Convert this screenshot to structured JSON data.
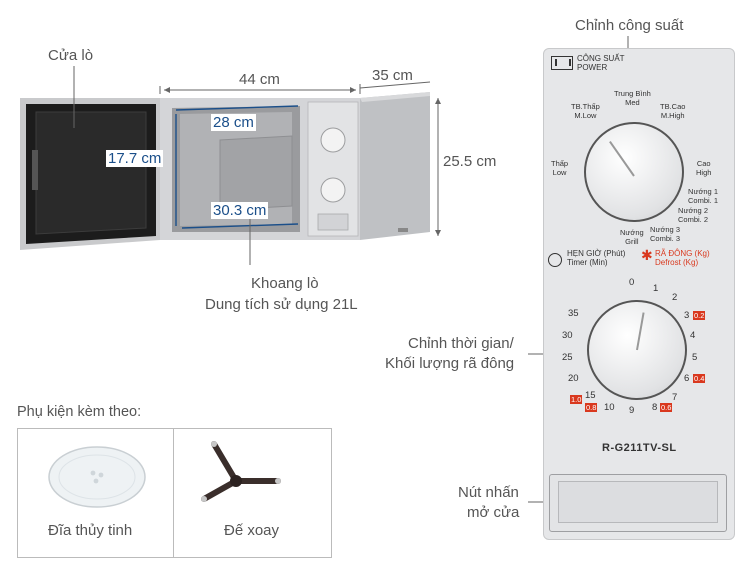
{
  "labels": {
    "door": "Cửa lò",
    "width": "44 cm",
    "depth": "35 cm",
    "height": "25.5 cm",
    "cavity_width": "28 cm",
    "cavity_height": "17.7 cm",
    "cavity_depth": "30.3 cm",
    "cavity_title": "Khoang lò",
    "cavity_capacity": "Dung tích sử dụng 21L",
    "power_knob_callout": "Chỉnh công suất",
    "timer_callout_line1": "Chỉnh thời gian/",
    "timer_callout_line2": "Khối lượng rã đông",
    "door_button_callout_line1": "Nút nhấn",
    "door_button_callout_line2": "mở cửa"
  },
  "panel": {
    "power_vi": "CÔNG SUẤT",
    "power_en": "POWER",
    "power_levels": [
      {
        "vi": "Thấp",
        "en": "Low"
      },
      {
        "vi": "TB.Thấp",
        "en": "M.Low"
      },
      {
        "vi": "Trung Bình",
        "en": "Med"
      },
      {
        "vi": "TB.Cao",
        "en": "M.High"
      },
      {
        "vi": "Cao",
        "en": "High"
      }
    ],
    "combi_levels": [
      {
        "vi": "Nướng 1",
        "en": "Combi. 1"
      },
      {
        "vi": "Nướng 2",
        "en": "Combi. 2"
      },
      {
        "vi": "Nướng 3",
        "en": "Combi. 3"
      },
      {
        "vi": "Nướng",
        "en": "Grill"
      }
    ],
    "timer_vi": "HẸN GIỜ (Phút)",
    "timer_en": "Timer (Min)",
    "defrost_vi": "RÃ ĐÔNG (Kg)",
    "defrost_en": "Defrost (Kg)",
    "timer_numbers": [
      "0",
      "1",
      "2",
      "3",
      "4",
      "5",
      "6",
      "7",
      "8",
      "9",
      "10",
      "15",
      "20",
      "25",
      "30",
      "35"
    ],
    "defrost_badges": [
      "0.2",
      "0.4",
      "0.6",
      "0.8",
      "1.0"
    ],
    "model": "R-G211TV-SL"
  },
  "accessories": {
    "title": "Phụ kiện kèm theo:",
    "items": [
      {
        "name": "Đĩa thủy tinh"
      },
      {
        "name": "Đế xoay"
      }
    ]
  },
  "colors": {
    "accent_blue": "#1b4f8a",
    "defrost_red": "#d9381e",
    "panel_silver": "#e6e7e9"
  }
}
